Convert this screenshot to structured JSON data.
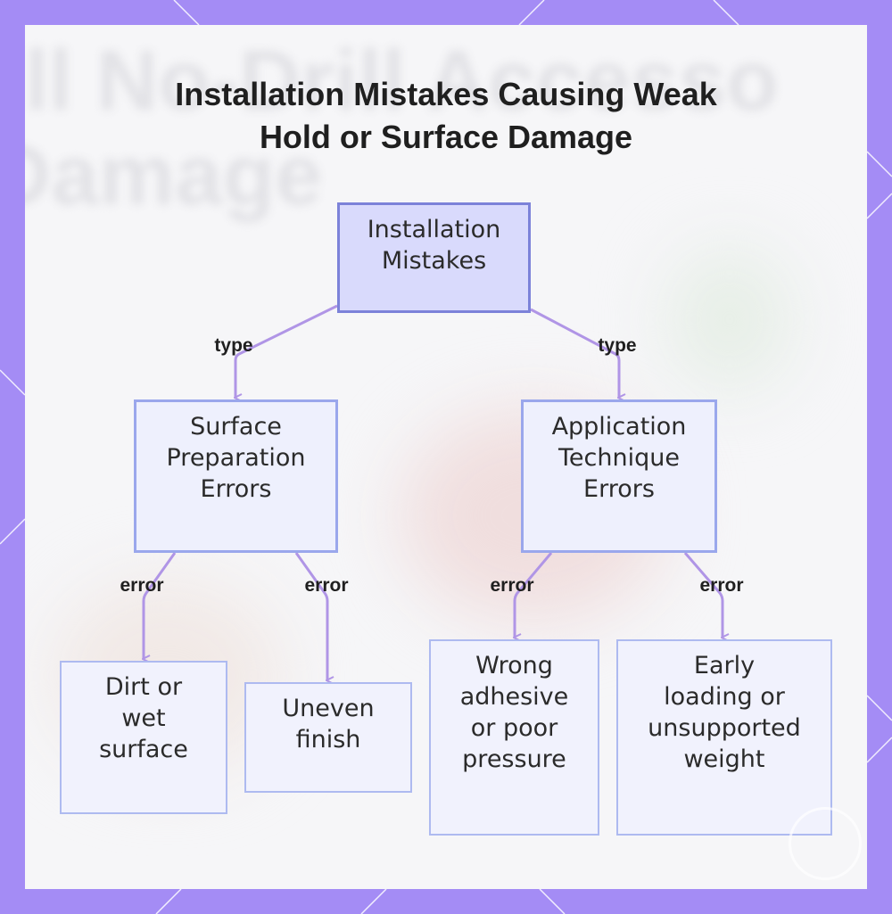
{
  "title": [
    "Installation Mistakes Causing Weak",
    "Hold or Surface Damage"
  ],
  "background_text": [
    "ll No-Drill Accesso",
    "Damage"
  ],
  "nodes": {
    "root": [
      "Installation",
      "Mistakes"
    ],
    "surface": [
      "Surface",
      "Preparation",
      "Errors"
    ],
    "application": [
      "Application",
      "Technique",
      "Errors"
    ],
    "dirt": [
      "Dirt or",
      "wet",
      "surface"
    ],
    "uneven": [
      "Uneven",
      "finish"
    ],
    "wrong": [
      "Wrong",
      "adhesive",
      "or poor",
      "pressure"
    ],
    "early": [
      "Early",
      "loading or",
      "unsupported",
      "weight"
    ]
  },
  "edge_labels": {
    "root_surface": "type",
    "root_application": "type",
    "surface_dirt": "error",
    "surface_uneven": "error",
    "application_wrong": "error",
    "application_early": "error"
  },
  "colors": {
    "frame": "#a48cf5",
    "card": "#f6f6f8",
    "edge": "#b095e6",
    "root_fill": "#d9dafc",
    "root_border": "#7c82d9",
    "node_fill": "#f1f2fd",
    "node_border": "#aebaf0"
  }
}
